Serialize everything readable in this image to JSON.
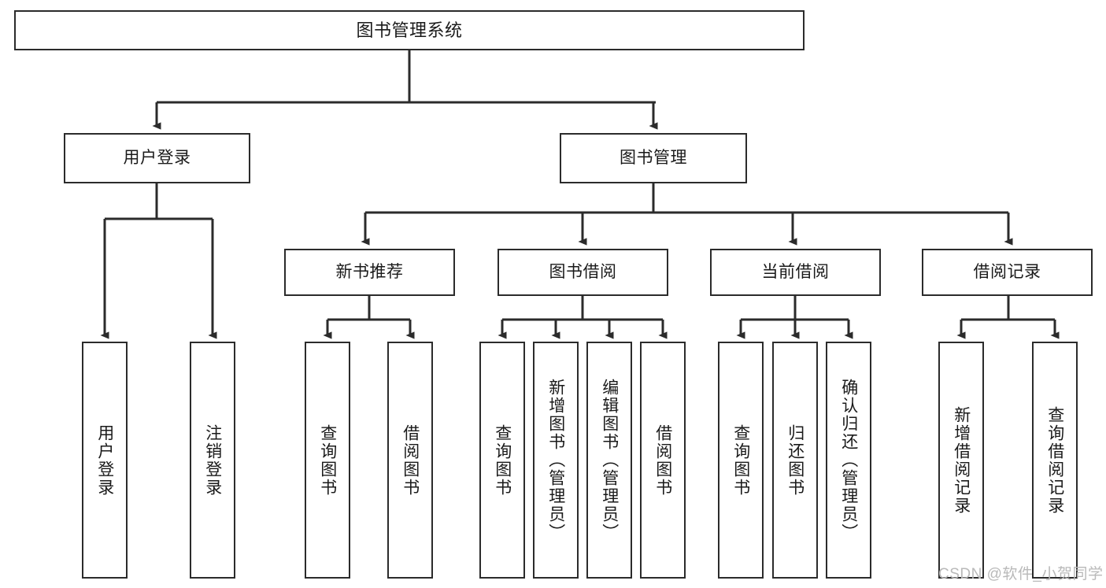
{
  "diagram": {
    "title": "图书管理系统",
    "type": "hierarchy-tree",
    "levels": 4,
    "nodes": {
      "root": {
        "label": "图书管理系统"
      },
      "level2": [
        {
          "id": "user-login",
          "label": "用户登录"
        },
        {
          "id": "book-management",
          "label": "图书管理"
        }
      ],
      "level3": [
        {
          "id": "new-book-recommend",
          "label": "新书推荐"
        },
        {
          "id": "book-borrow",
          "label": "图书借阅"
        },
        {
          "id": "current-borrow",
          "label": "当前借阅"
        },
        {
          "id": "borrow-record",
          "label": "借阅记录"
        }
      ],
      "leaves": {
        "user_login": [
          {
            "id": "leaf-user-login",
            "label": "用户登录"
          },
          {
            "id": "leaf-logout-login",
            "label": "注销登录"
          }
        ],
        "new_book_recommend": [
          {
            "id": "leaf-query-book-1",
            "label": "查询图书"
          },
          {
            "id": "leaf-borrow-book-1",
            "label": "借阅图书"
          }
        ],
        "book_borrow": [
          {
            "id": "leaf-query-book-2",
            "label": "查询图书"
          },
          {
            "id": "leaf-add-book",
            "label": "新增图书（管理员）"
          },
          {
            "id": "leaf-edit-book",
            "label": "编辑图书（管理员）"
          },
          {
            "id": "leaf-borrow-book-2",
            "label": "借阅图书"
          }
        ],
        "current_borrow": [
          {
            "id": "leaf-query-book-3",
            "label": "查询图书"
          },
          {
            "id": "leaf-return-book",
            "label": "归还图书"
          },
          {
            "id": "leaf-confirm-return",
            "label": "确认归还（管理员）"
          }
        ],
        "borrow_record": [
          {
            "id": "leaf-add-borrow-record",
            "label": "新增借阅记录"
          },
          {
            "id": "leaf-query-borrow-record",
            "label": "查询借阅记录"
          }
        ]
      }
    },
    "colors": {
      "node_border": "#2b2b2b",
      "node_fill": "#ffffff",
      "edge": "#2b2b2b",
      "text": "#1a1a1a",
      "watermark": "#b9b9b9"
    }
  },
  "watermark": {
    "text": "CSDN @软件_小贺同学"
  }
}
